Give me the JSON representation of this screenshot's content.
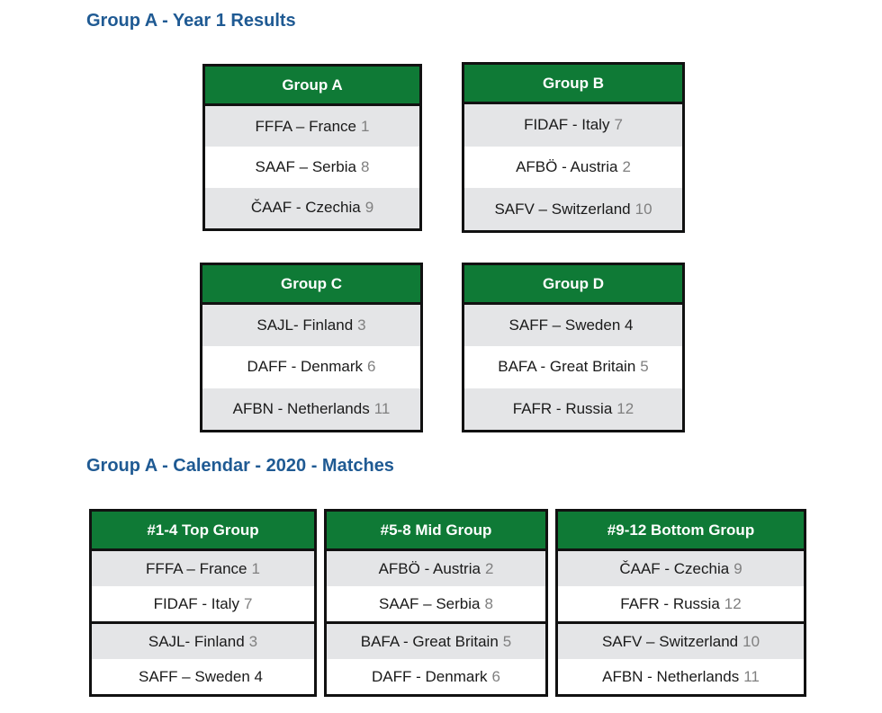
{
  "headings": {
    "results": "Group A - Year 1 Results",
    "calendar": "Group A - Calendar - 2020 - Matches"
  },
  "groups": [
    {
      "title": "Group A",
      "rows": [
        {
          "name": "FFFA – France",
          "num": "1"
        },
        {
          "name": "SAAF – Serbia",
          "num": "8"
        },
        {
          "name": "ČAAF - Czechia",
          "num": "9"
        }
      ]
    },
    {
      "title": "Group B",
      "rows": [
        {
          "name": "FIDAF - Italy",
          "num": "7"
        },
        {
          "name": "AFBÖ - Austria",
          "num": "2"
        },
        {
          "name": "SAFV – Switzerland",
          "num": "10"
        }
      ]
    },
    {
      "title": "Group C",
      "rows": [
        {
          "name": "SAJL- Finland",
          "num": "3"
        },
        {
          "name": "DAFF - Denmark",
          "num": "6"
        },
        {
          "name": "AFBN - Netherlands",
          "num": "11"
        }
      ]
    },
    {
      "title": "Group D",
      "rows": [
        {
          "name": "SAFF – Sweden 4",
          "num": ""
        },
        {
          "name": "BAFA - Great Britain",
          "num": "5"
        },
        {
          "name": "FAFR - Russia",
          "num": "12"
        }
      ]
    }
  ],
  "calendar": [
    {
      "title": "#1-4 Top Group",
      "rows": [
        {
          "name": "FFFA – France",
          "num": "1"
        },
        {
          "name": "FIDAF - Italy",
          "num": "7"
        },
        {
          "name": "SAJL- Finland",
          "num": "3"
        },
        {
          "name": "SAFF – Sweden 4",
          "num": ""
        }
      ]
    },
    {
      "title": "#5-8 Mid Group",
      "rows": [
        {
          "name": "AFBÖ - Austria",
          "num": "2"
        },
        {
          "name": "SAAF – Serbia",
          "num": "8"
        },
        {
          "name": "BAFA - Great Britain",
          "num": "5"
        },
        {
          "name": "DAFF - Denmark",
          "num": "6"
        }
      ]
    },
    {
      "title": "#9-12 Bottom Group",
      "rows": [
        {
          "name": "ČAAF - Czechia",
          "num": "9"
        },
        {
          "name": "FAFR - Russia",
          "num": "12"
        },
        {
          "name": "SAFV – Switzerland",
          "num": "10"
        },
        {
          "name": "AFBN - Netherlands",
          "num": "11"
        }
      ]
    }
  ]
}
